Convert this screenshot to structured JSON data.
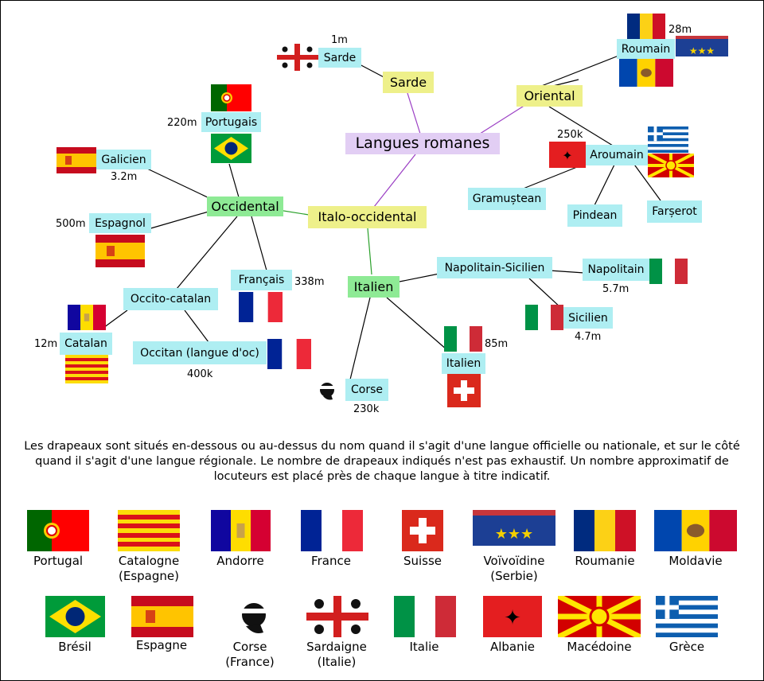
{
  "root": "Langues romanes",
  "branches": {
    "sarde": "Sarde",
    "oriental": "Oriental",
    "italo_occidental": "Italo-occidental",
    "occidental": "Occidental",
    "italien": "Italien"
  },
  "languages": {
    "sarde": {
      "name": "Sarde",
      "speakers": "1m"
    },
    "roumain": {
      "name": "Roumain",
      "speakers": "28m"
    },
    "aroumain": {
      "name": "Aroumain",
      "speakers": "250k"
    },
    "gramustean": {
      "name": "Gramuștean"
    },
    "pindean": {
      "name": "Pindean"
    },
    "farserot": {
      "name": "Farșerot"
    },
    "portugais": {
      "name": "Portugais",
      "speakers": "220m"
    },
    "galicien": {
      "name": "Galicien",
      "speakers": "3.2m"
    },
    "espagnol": {
      "name": "Espagnol",
      "speakers": "500m"
    },
    "francais": {
      "name": "Français",
      "speakers": "338m"
    },
    "occito_catalan": {
      "name": "Occito-catalan"
    },
    "catalan": {
      "name": "Catalan",
      "speakers": "12m"
    },
    "occitan": {
      "name": "Occitan (langue d'oc)",
      "speakers": "400k"
    },
    "napolitain_sicilien": {
      "name": "Napolitain-Sicilien"
    },
    "napolitain": {
      "name": "Napolitain",
      "speakers": "5.7m"
    },
    "sicilien": {
      "name": "Sicilien",
      "speakers": "4.7m"
    },
    "italien": {
      "name": "Italien",
      "speakers": "85m"
    },
    "corse": {
      "name": "Corse",
      "speakers": "230k"
    }
  },
  "note": "Les drapeaux sont situés en-dessous ou au-dessus du nom quand il s'agit d'une langue officielle ou nationale, et sur le côté quand il s'agit d'une langue régionale. Le nombre de drapeaux indiqués n'est pas exhaustif. Un nombre approximatif de locuteurs est placé près de chaque langue à titre indicatif.",
  "legend": [
    {
      "flag": "portugal",
      "label": "Portugal"
    },
    {
      "flag": "catalogne",
      "label": "Catalogne\n(Espagne)"
    },
    {
      "flag": "andorre",
      "label": "Andorre"
    },
    {
      "flag": "france",
      "label": "France"
    },
    {
      "flag": "suisse",
      "label": "Suisse"
    },
    {
      "flag": "voivodine",
      "label": "Voïvoïdine\n(Serbie)"
    },
    {
      "flag": "roumanie",
      "label": "Roumanie"
    },
    {
      "flag": "moldavie",
      "label": "Moldavie"
    },
    {
      "flag": "bresil",
      "label": "Brésil"
    },
    {
      "flag": "espagne",
      "label": "Espagne"
    },
    {
      "flag": "corse",
      "label": "Corse\n(France)"
    },
    {
      "flag": "sardaigne",
      "label": "Sardaigne\n(Italie)"
    },
    {
      "flag": "italie",
      "label": "Italie"
    },
    {
      "flag": "albanie",
      "label": "Albanie"
    },
    {
      "flag": "macedoine",
      "label": "Macédoine"
    },
    {
      "flag": "grece",
      "label": "Grèce"
    }
  ],
  "colors": {
    "language_box": "#aeeef2",
    "branch_box": "#eef08a",
    "group_box": "#8eea95",
    "root_box": "#e2cef4",
    "root_edge": "#9b3fc4",
    "green_edge": "#2aa02a",
    "edge": "#000000"
  }
}
